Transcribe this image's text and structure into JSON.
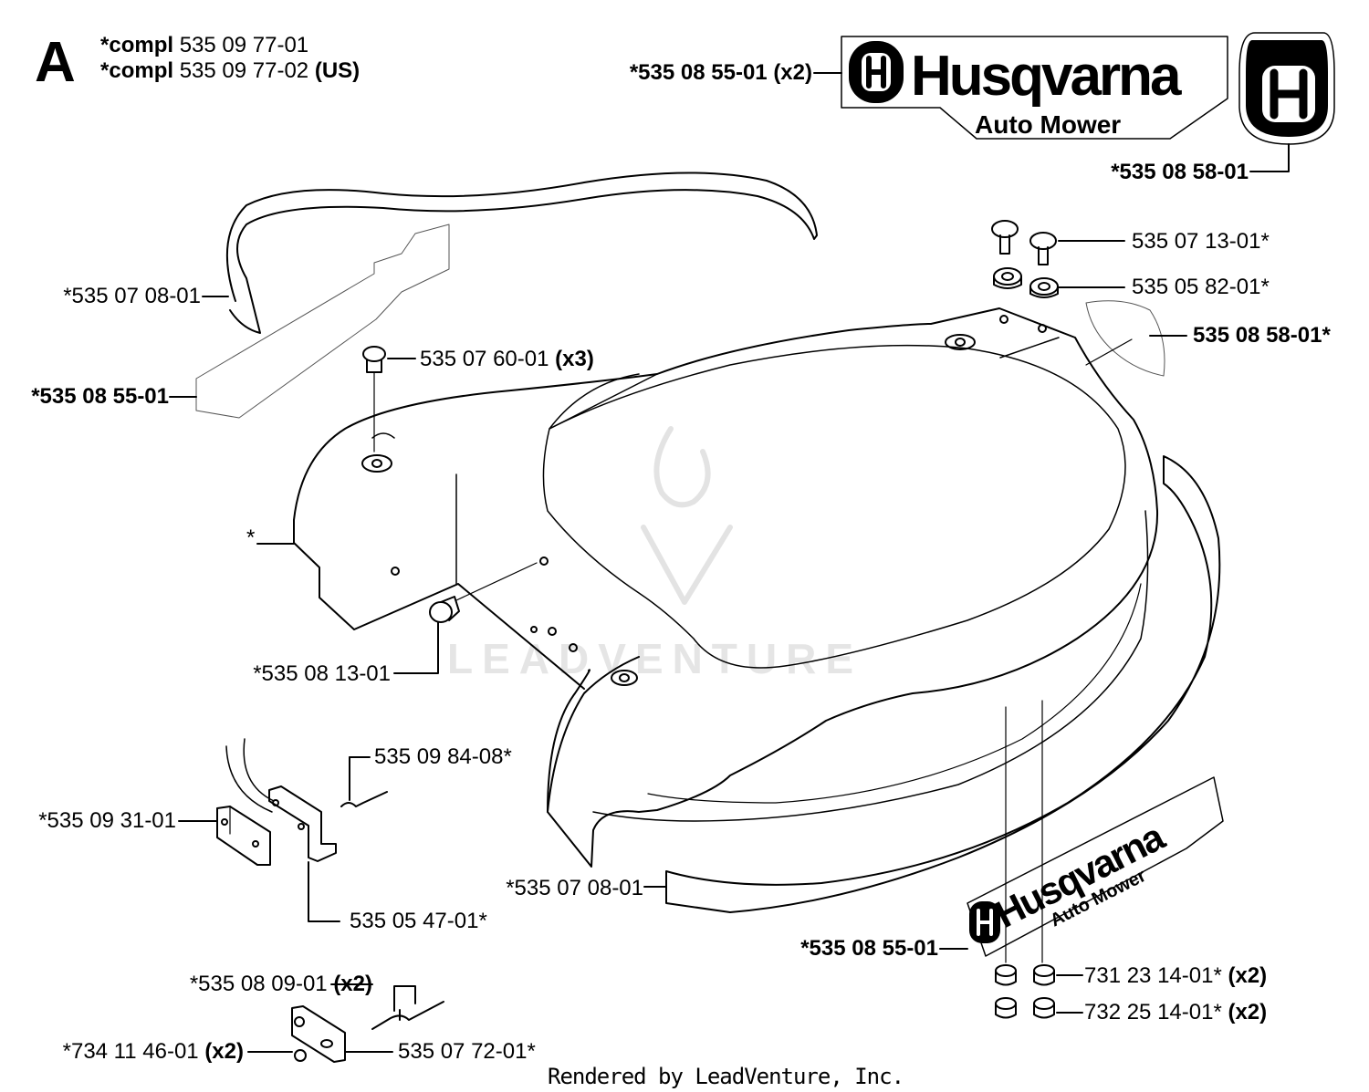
{
  "header": {
    "letter": "A",
    "compl": [
      {
        "prefix": "*compl",
        "number": "535 09 77-01",
        "suffix": ""
      },
      {
        "prefix": "*compl",
        "number": "535 09 77-02",
        "suffix": "(US)"
      }
    ]
  },
  "brand": {
    "name": "Husqvarna",
    "subtitle": "Auto Mower",
    "logo_letter": "H"
  },
  "watermark": "LEADVENTURE",
  "footer": "Rendered by LeadVenture, Inc.",
  "labels": [
    {
      "id": "decal-top",
      "number": "*535 08 55-01",
      "qty": "(x2)",
      "bold": true
    },
    {
      "id": "emblem-top",
      "number": "*535 08 58-01",
      "qty": "",
      "bold": true
    },
    {
      "id": "strip-left",
      "number": "*535 07 08-01",
      "qty": "",
      "bold": false
    },
    {
      "id": "decal-left",
      "number": "*535 08 55-01",
      "qty": "",
      "bold": true
    },
    {
      "id": "screw",
      "number": "535 07 60-01",
      "qty": "(x3)",
      "bold": false
    },
    {
      "id": "knob",
      "number": "535 07 13-01*",
      "qty": "",
      "bold": false
    },
    {
      "id": "washer",
      "number": "535 05 82-01*",
      "qty": "",
      "bold": false
    },
    {
      "id": "emblem-right",
      "number": "535 08 58-01*",
      "qty": "",
      "bold": true
    },
    {
      "id": "body",
      "number": "*",
      "qty": "",
      "bold": false
    },
    {
      "id": "plug",
      "number": "*535 08 13-01",
      "qty": "",
      "bold": false
    },
    {
      "id": "pin",
      "number": "535 09 84-08*",
      "qty": "",
      "bold": false
    },
    {
      "id": "bracket",
      "number": "*535 09 31-01",
      "qty": "",
      "bold": false
    },
    {
      "id": "plate",
      "number": "535 05 47-01*",
      "qty": "",
      "bold": false
    },
    {
      "id": "strip-front",
      "number": "*535 07 08-01",
      "qty": "",
      "bold": false
    },
    {
      "id": "decal-front",
      "number": "*535 08 55-01",
      "qty": "",
      "bold": true
    },
    {
      "id": "nut-1",
      "number": "731 23 14-01*",
      "qty": "(x2)",
      "bold": false
    },
    {
      "id": "nut-2",
      "number": "732 25 14-01*",
      "qty": "(x2)",
      "bold": false
    },
    {
      "id": "bolt",
      "number": "*535 08 09-01",
      "qty": "(x2)",
      "bold": false
    },
    {
      "id": "washer-small",
      "number": "*734 11 46-01",
      "qty": "(x2)",
      "bold": false
    },
    {
      "id": "rivet",
      "number": "535 07 72-01*",
      "qty": "",
      "bold": false
    }
  ]
}
